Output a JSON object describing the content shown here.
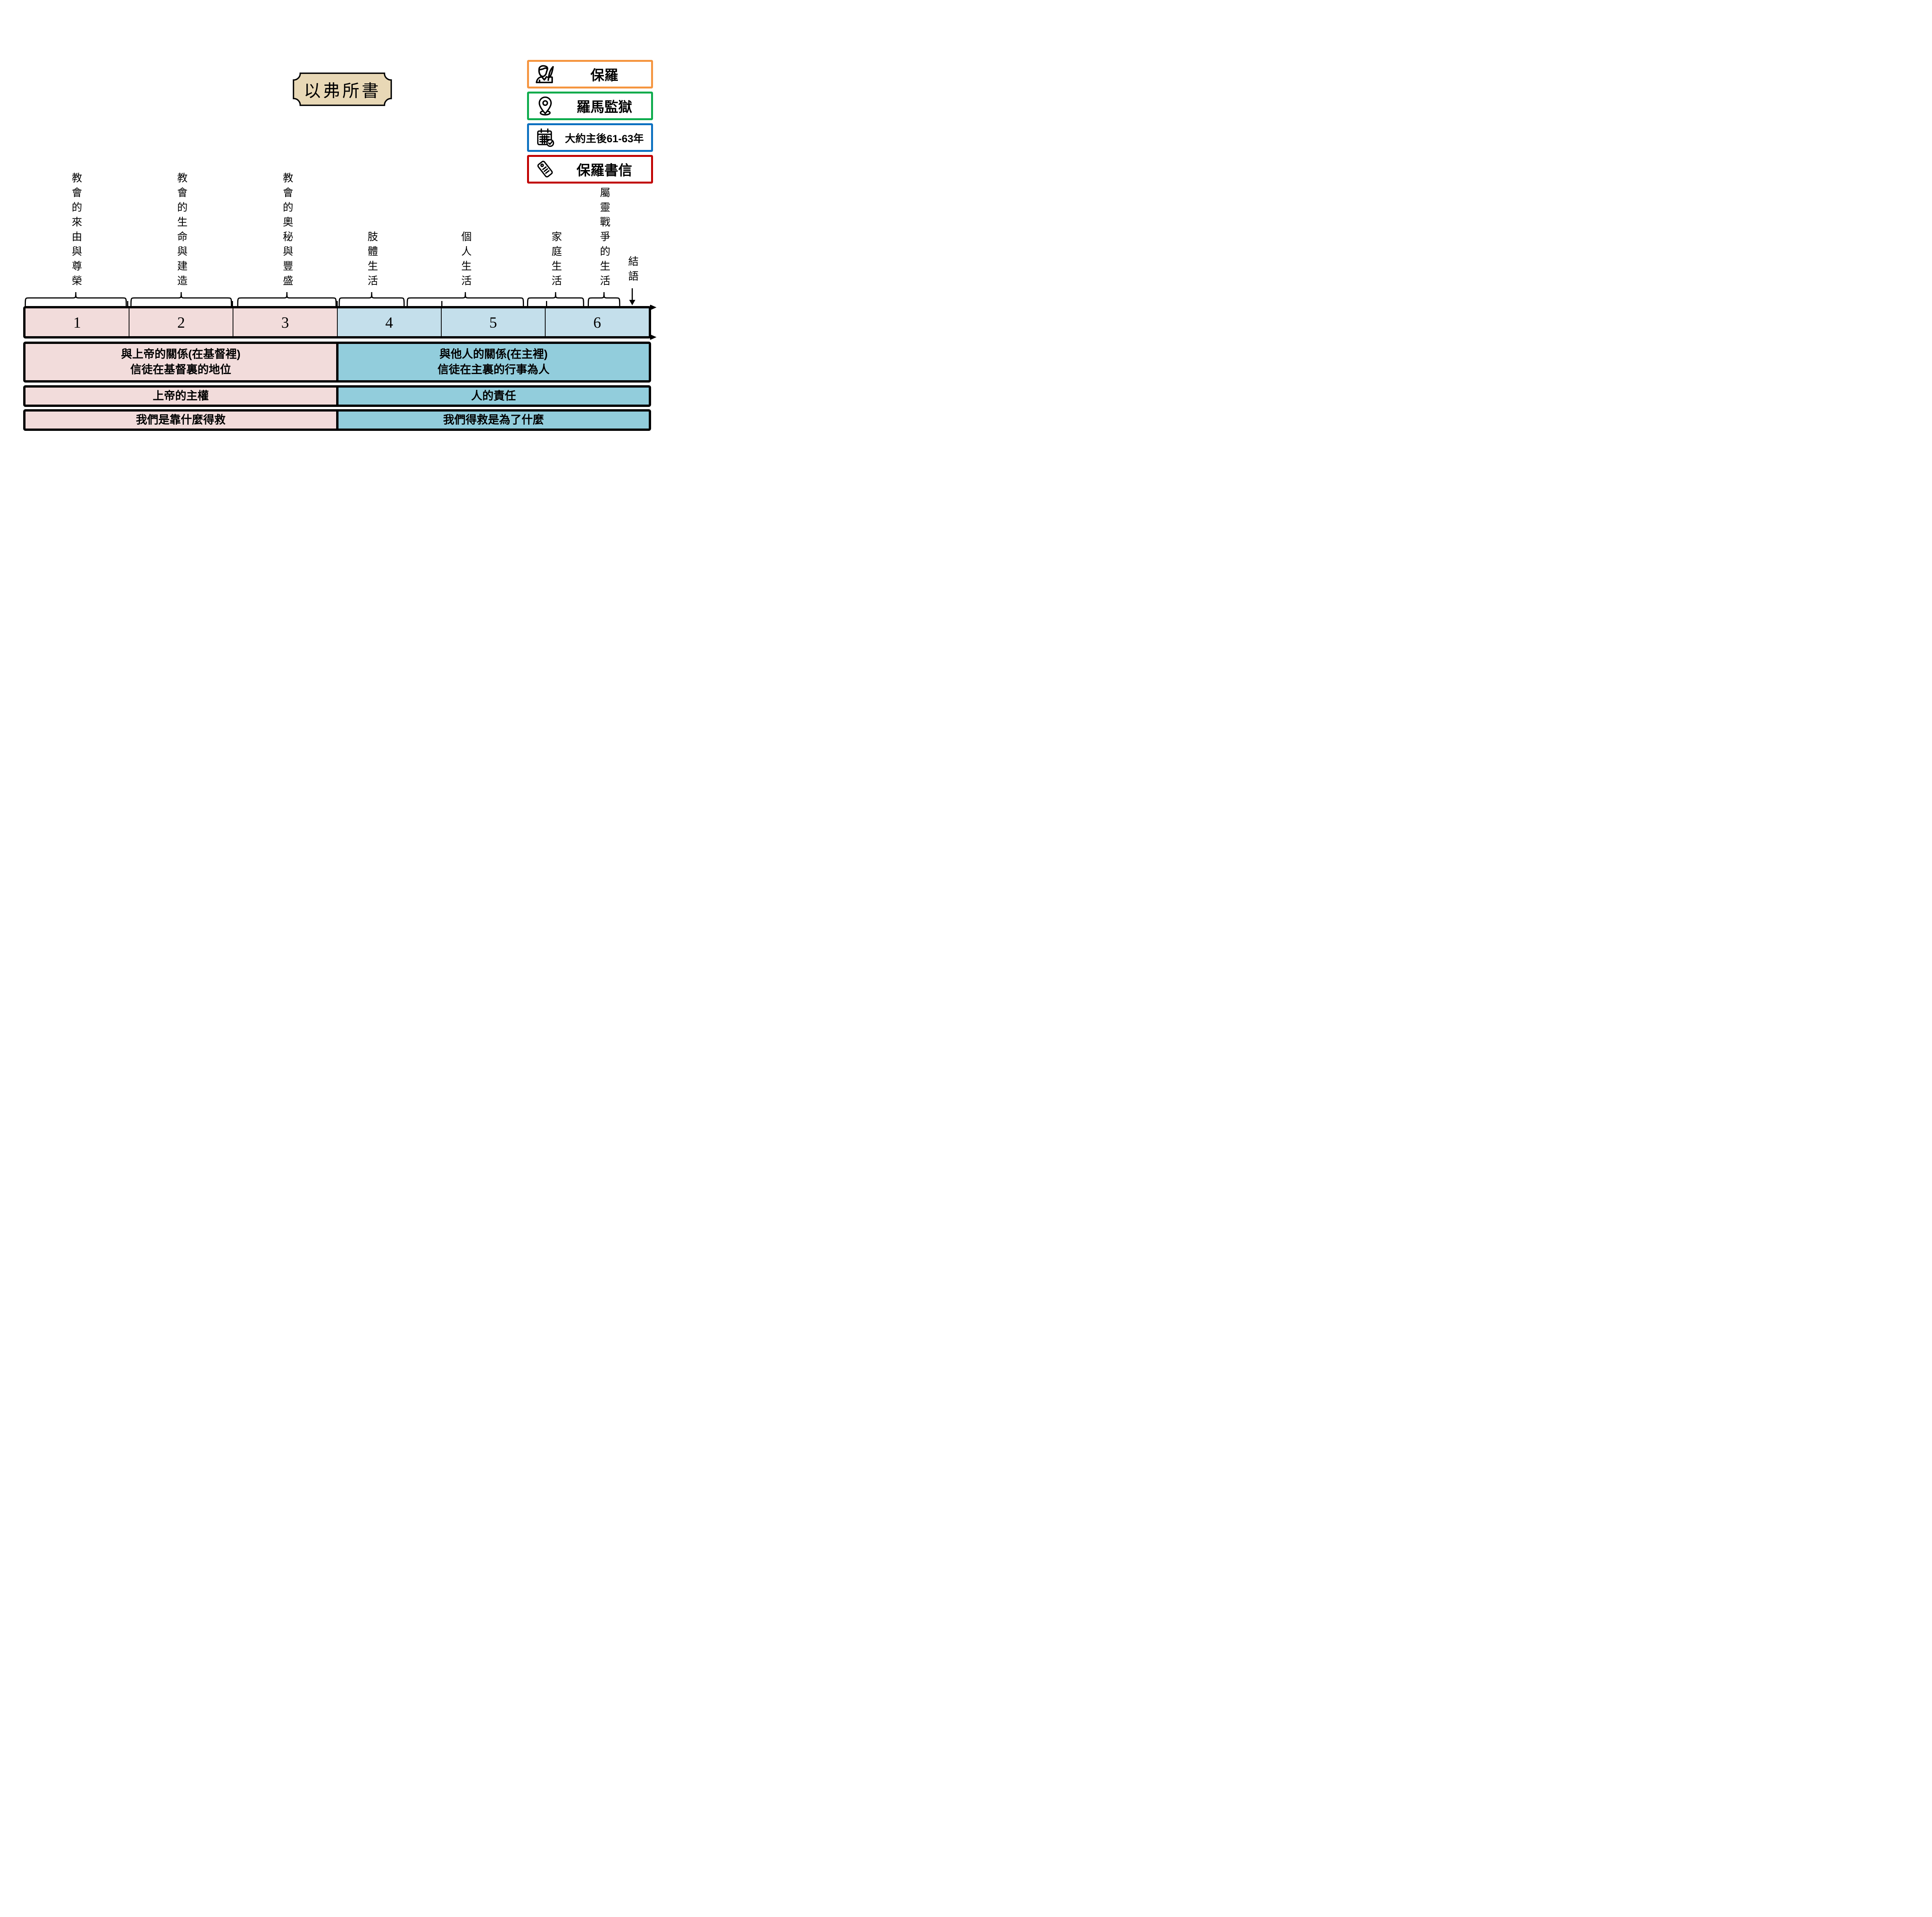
{
  "title": "以弗所書",
  "legend": {
    "items": [
      {
        "icon": "author-icon",
        "label": "保羅",
        "border_color": "#F5953F"
      },
      {
        "icon": "location-pin-icon",
        "label": "羅馬監獄",
        "border_color": "#0CAB4C"
      },
      {
        "icon": "calendar-icon",
        "label": "大約主後61-63年",
        "border_color": "#0B70C0"
      },
      {
        "icon": "tag-icon",
        "label": "保羅書信",
        "border_color": "#C00000"
      }
    ]
  },
  "outline": {
    "sections": [
      {
        "label": "教會的來由與尊榮",
        "span": [
          0.02,
          0.985
        ]
      },
      {
        "label": "教會的生命與建造",
        "span": [
          1.03,
          1.99
        ]
      },
      {
        "label": "教會的奧秘與豐盛",
        "span": [
          2.05,
          2.99
        ]
      },
      {
        "label": "肢體生活",
        "span": [
          3.02,
          3.64
        ]
      },
      {
        "label": "個人生活",
        "span": [
          3.67,
          4.78
        ]
      },
      {
        "label": "家庭生活",
        "span": [
          4.82,
          5.355
        ]
      },
      {
        "label": "屬靈戰爭的生活",
        "span": [
          5.4,
          5.7
        ]
      },
      {
        "label": "結語",
        "at": 5.82,
        "marker": "down-arrow"
      }
    ],
    "chapters": [
      "1",
      "2",
      "3",
      "4",
      "5",
      "6"
    ]
  },
  "rows": [
    {
      "name": "relationship",
      "left": [
        "與上帝的關係(在基督裡)",
        "信徒在基督裏的地位"
      ],
      "right": [
        "與他人的關係(在主裡)",
        "信徒在主裏的行事為人"
      ]
    },
    {
      "name": "sovereignty",
      "left": [
        "上帝的主權"
      ],
      "right": [
        "人的責任"
      ]
    },
    {
      "name": "salvation",
      "left": [
        "我們是靠什麼得救"
      ],
      "right": [
        "我們得救是為了什麼"
      ]
    }
  ],
  "colors": {
    "pink": "#F2DCDB",
    "light_blue": "#C4DFEB",
    "deep_blue": "#92CDDC",
    "parchment": "#E8D8B6",
    "line": "#000000",
    "page_background": "#FFFFFF"
  }
}
